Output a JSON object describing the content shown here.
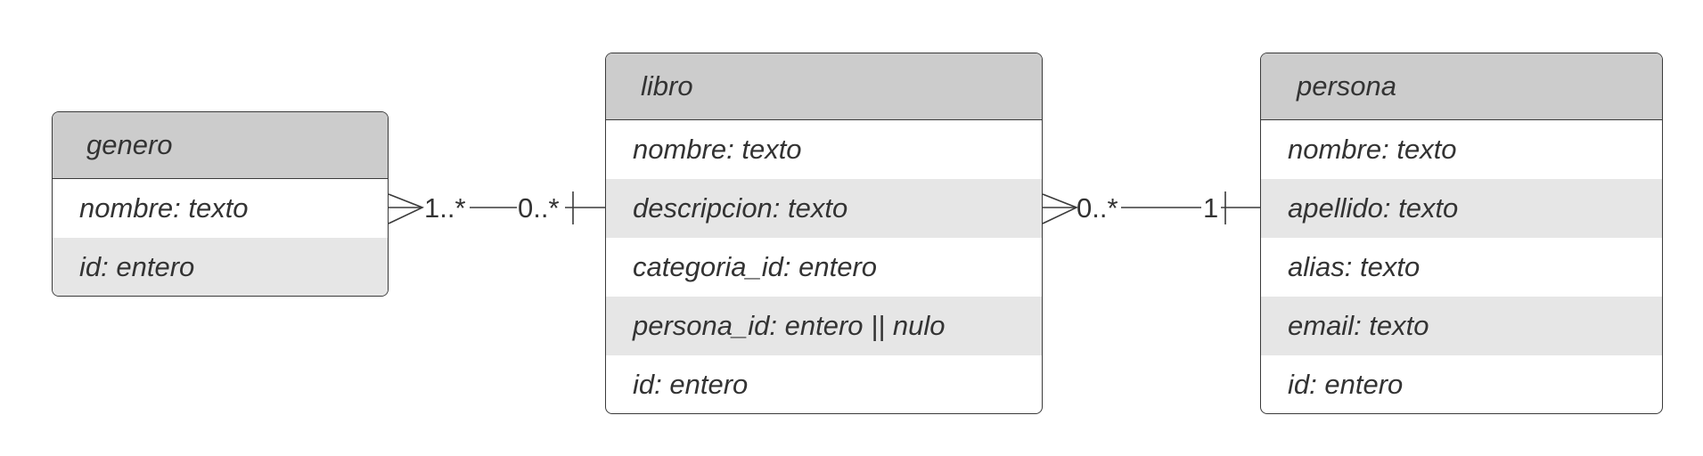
{
  "entities": {
    "genero": {
      "title": "genero",
      "rows": [
        "nombre: texto",
        "id: entero"
      ]
    },
    "libro": {
      "title": "libro",
      "rows": [
        "nombre: texto",
        "descripcion: texto",
        "categoria_id: entero",
        "persona_id: entero || nulo",
        "id: entero"
      ]
    },
    "persona": {
      "title": "persona",
      "rows": [
        "nombre: texto",
        "apellido: texto",
        "alias: texto",
        "email: texto",
        "id: entero"
      ]
    }
  },
  "relations": {
    "genero_libro": {
      "left_mult": "1..*",
      "right_mult": "0..*"
    },
    "libro_persona": {
      "left_mult": "0..*",
      "right_mult": "1"
    }
  },
  "colors": {
    "header": "#cccccc",
    "row_alt": "#e6e6e6",
    "border": "#3a3a3a",
    "text": "#333333"
  }
}
